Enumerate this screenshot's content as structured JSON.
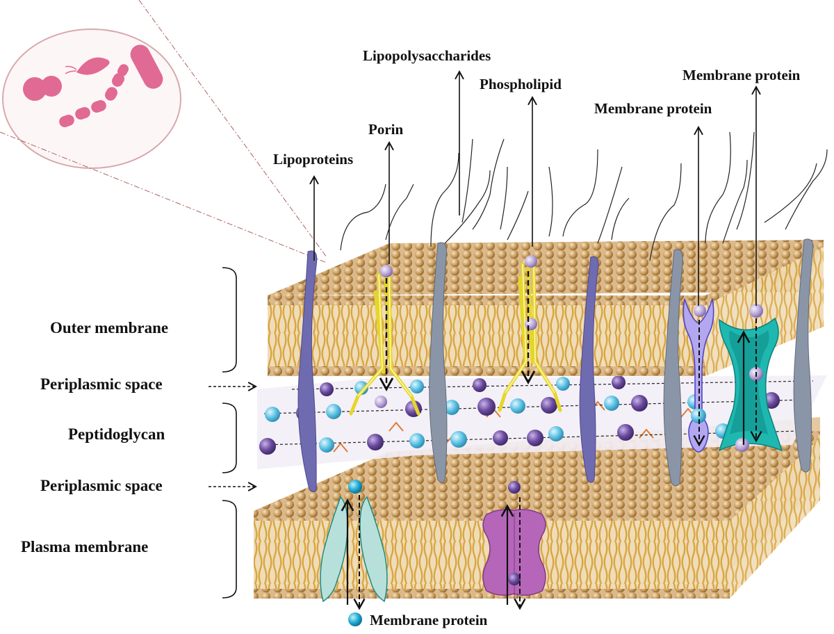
{
  "side_labels": {
    "outer_membrane": "Outer membrane",
    "periplasmic_space_top": "Periplasmic space",
    "peptidoglycan": "Peptidoglycan",
    "periplasmic_space_bottom": "Periplasmic space",
    "plasma_membrane": "Plasma membrane"
  },
  "callouts": {
    "lipoproteins": "Lipoproteins",
    "porin": "Porin",
    "lipopolysaccharides": "Lipopolysaccharides",
    "phospholipid": "Phospholipid",
    "membrane_protein_mid": "Membrane protein",
    "membrane_protein_right": "Membrane protein",
    "membrane_protein_bottom": "Membrane protein"
  },
  "colors": {
    "membrane_head": "#c89a5a",
    "membrane_top": "#e8cfa6",
    "tail": "#d9a640",
    "lipoprotein": "#6f6bb0",
    "grey_protein": "#8a96a8",
    "porin": "#f2ef3a",
    "peptide_purple": "#6a4b9c",
    "peptide_cyan": "#5cc2e4",
    "peptide_link": "#e07a30",
    "channel_lavender": "#b3a8f0",
    "channel_teal": "#1fb8b0",
    "channel_mint": "#b8e0da",
    "channel_magenta": "#b566b8",
    "bacteria": "#e06a93"
  },
  "icons": {
    "bacteria_inset": "bacteria-cluster-icon",
    "lps_chain": "lps-chain-icon"
  }
}
